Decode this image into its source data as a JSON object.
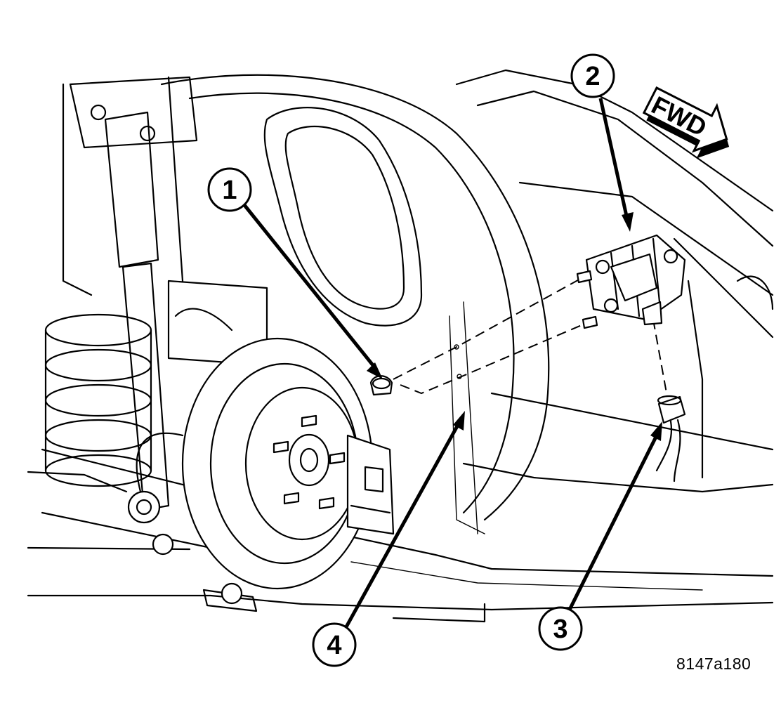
{
  "callouts": [
    {
      "id": "1",
      "label": "1"
    },
    {
      "id": "2",
      "label": "2"
    },
    {
      "id": "3",
      "label": "3"
    },
    {
      "id": "4",
      "label": "4"
    }
  ],
  "direction_arrow": {
    "label": "FWD"
  },
  "figure_id": "8147a180",
  "colors": {
    "line": "#000000",
    "background": "#ffffff"
  }
}
